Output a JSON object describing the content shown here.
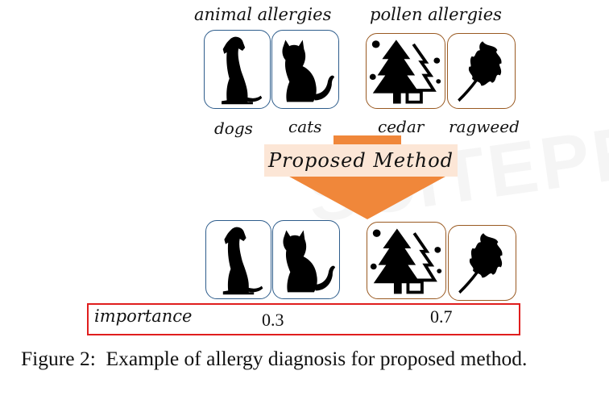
{
  "groups": {
    "animal": "animal allergies",
    "pollen": "pollen allergies"
  },
  "items": {
    "dogs": "dogs",
    "cats": "cats",
    "cedar": "cedar",
    "ragweed": "ragweed"
  },
  "method_label": "Proposed Method",
  "importance": {
    "label": "importance",
    "animal_value": "0.3",
    "pollen_value": "0.7"
  },
  "caption": {
    "prefix": "Figure 2:",
    "text": "Example of allergy diagnosis for proposed method."
  },
  "watermark": "SCITEPRESS",
  "colors": {
    "animal_border": "#2e5d8c",
    "pollen_border": "#9a5a22",
    "method_fill": "#fce6d6",
    "arrow": "#f0873a",
    "importance_border": "#e01e1e"
  },
  "icons": [
    "dog-icon",
    "cat-icon",
    "cedar-tree-icon",
    "ragweed-leaf-icon"
  ]
}
